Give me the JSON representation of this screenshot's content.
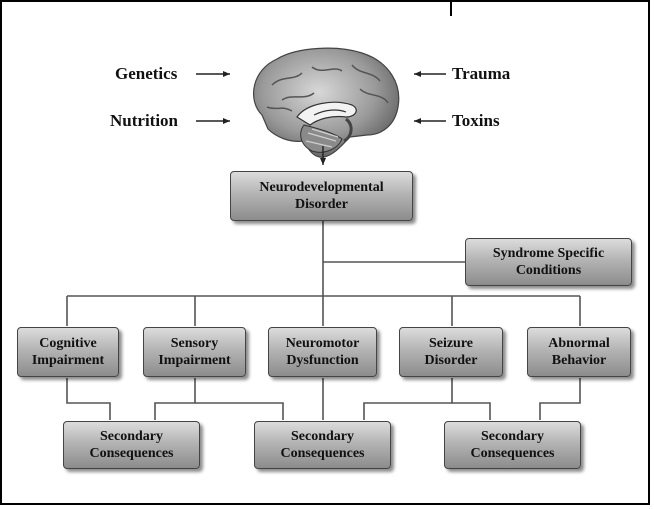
{
  "factors": {
    "genetics": "Genetics",
    "nutrition": "Nutrition",
    "trauma": "Trauma",
    "toxins": "Toxins"
  },
  "central": "Neurodevelopmental\nDisorder",
  "syndrome": "Syndrome Specific\nConditions",
  "impairments": [
    "Cognitive\nImpairment",
    "Sensory\nImpairment",
    "Neuromotor\nDysfunction",
    "Seizure\nDisorder",
    "Abnormal\nBehavior"
  ],
  "secondary": [
    "Secondary\nConsequences",
    "Secondary\nConsequences",
    "Secondary\nConsequences"
  ],
  "colors": {
    "box_top": "#dcdcdc",
    "box_bottom": "#8c8c8c",
    "line": "#555555"
  }
}
